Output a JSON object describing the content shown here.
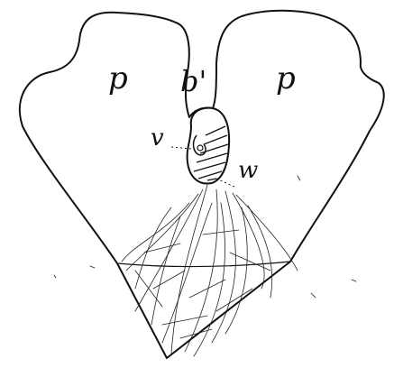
{
  "figure": {
    "labels": {
      "petal_left": "p",
      "petal_right": "p",
      "bud": "b'",
      "v": "v",
      "w": "w"
    }
  }
}
